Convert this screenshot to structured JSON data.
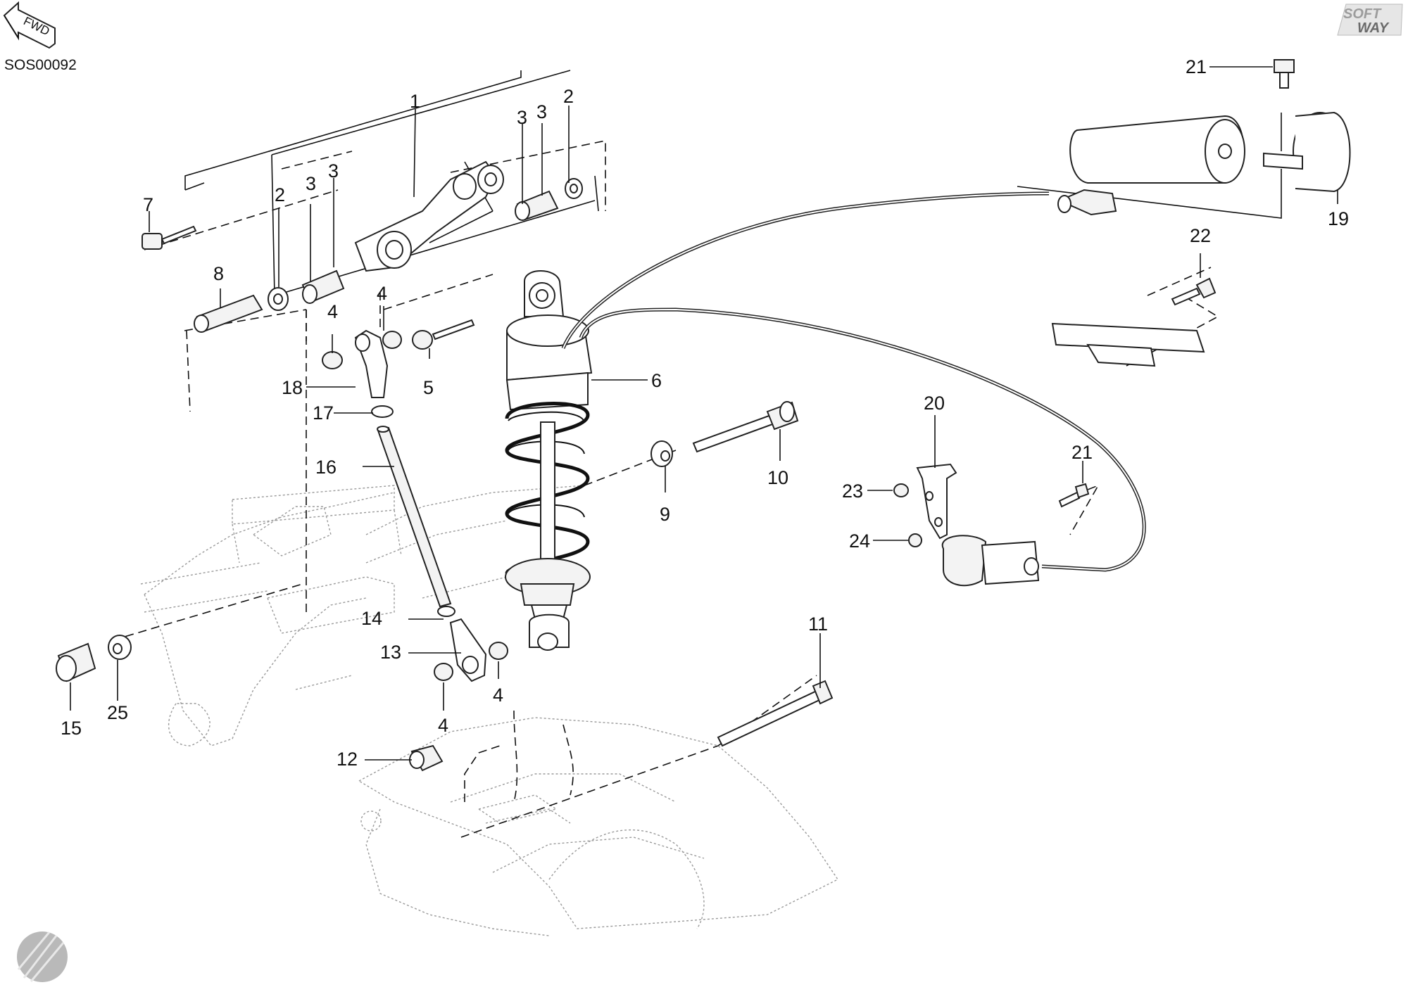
{
  "drawing_code": "SOS00092",
  "fwd_label": "FWD",
  "brand_logo": {
    "line1": "SOFT",
    "line2": "WAY"
  },
  "callouts": [
    {
      "id": "c1",
      "text": "1"
    },
    {
      "id": "c2a",
      "text": "2"
    },
    {
      "id": "c2b",
      "text": "2"
    },
    {
      "id": "c3a",
      "text": "3"
    },
    {
      "id": "c3b",
      "text": "3"
    },
    {
      "id": "c3c",
      "text": "3"
    },
    {
      "id": "c3d",
      "text": "3"
    },
    {
      "id": "c4a",
      "text": "4"
    },
    {
      "id": "c4b",
      "text": "4"
    },
    {
      "id": "c4c",
      "text": "4"
    },
    {
      "id": "c4d",
      "text": "4"
    },
    {
      "id": "c5",
      "text": "5"
    },
    {
      "id": "c6",
      "text": "6"
    },
    {
      "id": "c7",
      "text": "7"
    },
    {
      "id": "c8",
      "text": "8"
    },
    {
      "id": "c9",
      "text": "9"
    },
    {
      "id": "c10",
      "text": "10"
    },
    {
      "id": "c11",
      "text": "11"
    },
    {
      "id": "c12",
      "text": "12"
    },
    {
      "id": "c13",
      "text": "13"
    },
    {
      "id": "c14",
      "text": "14"
    },
    {
      "id": "c15",
      "text": "15"
    },
    {
      "id": "c16",
      "text": "16"
    },
    {
      "id": "c17",
      "text": "17"
    },
    {
      "id": "c18",
      "text": "18"
    },
    {
      "id": "c19",
      "text": "19"
    },
    {
      "id": "c20",
      "text": "20"
    },
    {
      "id": "c21a",
      "text": "21"
    },
    {
      "id": "c21b",
      "text": "21"
    },
    {
      "id": "c22",
      "text": "22"
    },
    {
      "id": "c23",
      "text": "23"
    },
    {
      "id": "c24",
      "text": "24"
    },
    {
      "id": "c25",
      "text": "25"
    }
  ]
}
